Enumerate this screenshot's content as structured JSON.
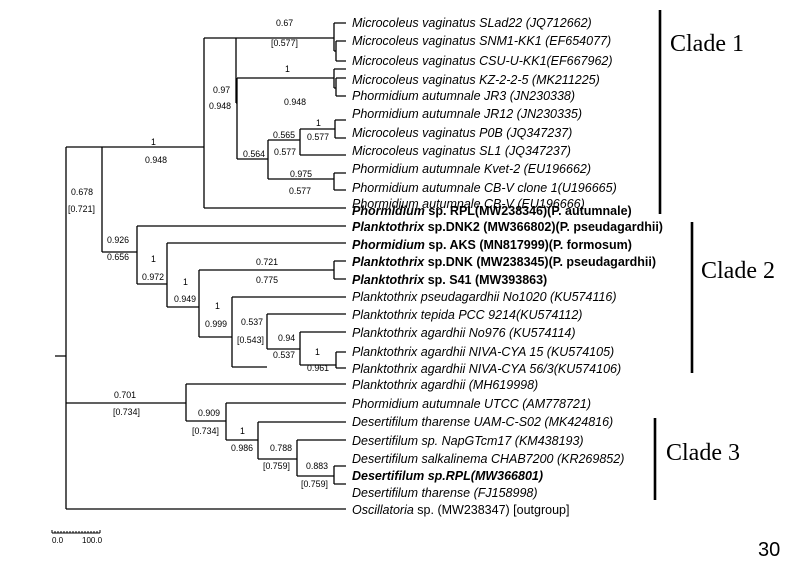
{
  "taxa": [
    {
      "name": "Microcoleus vaginatus",
      "rest": " SLad22 (JQ712662)",
      "bold": false
    },
    {
      "name": "Microcoleus vaginatus",
      "rest": " SNM1-KK1 (EF654077)",
      "bold": false
    },
    {
      "name": "Microcoleus vaginatus",
      "rest": " CSU-U-KK1(EF667962)",
      "bold": false
    },
    {
      "name": "Microcoleus vaginatus",
      "rest": " KZ-2-2-5 (MK211225)",
      "bold": false
    },
    {
      "name": "Phormidium autumnale",
      "rest": " JR3 (JN230338)",
      "bold": false
    },
    {
      "name": "Phormidium autumnale",
      "rest": " JR12 (JN230335)",
      "bold": false
    },
    {
      "name": "Microcoleus vaginatus",
      "rest": " P0B (JQ347237)",
      "bold": false
    },
    {
      "name": "Microcoleus vaginatus",
      "rest": " SL1 (JQ347237)",
      "bold": false
    },
    {
      "name": "Phormidium autumnale",
      "rest": " Kvet-2 (EU196662)",
      "bold": false
    },
    {
      "name": "Phormidium autumnale",
      "rest": " CB-V clone 1(U196665)",
      "bold": false
    },
    {
      "name": "Phormidium autumnale",
      "rest": " CB-V (EU196666)",
      "bold": false
    },
    {
      "name": "Phormidium",
      "rest": " sp. RPL(MW238346)(P. autumnale)",
      "bold": true
    },
    {
      "name": "Planktothrix",
      "rest": " sp.DNK2 (MW366802)(P. pseudagardhii)",
      "bold": true
    },
    {
      "name": "Phormidium",
      "rest": " sp. AKS (MN817999)(P. formosum)",
      "bold": true
    },
    {
      "name": "Planktothrix",
      "rest": " sp.DNK (MW238345)(P. pseudagardhii)",
      "bold": true
    },
    {
      "name": "Planktothrix",
      "rest": " sp.  S41 (MW393863)",
      "bold": true
    },
    {
      "name": "Planktothrix pseudagardhii",
      "rest": " No1020 (KU574116)",
      "bold": false
    },
    {
      "name": "Planktothrix tepida",
      "rest": " PCC 9214(KU574112)",
      "bold": false
    },
    {
      "name": "Planktothrix agardhii",
      "rest": " No976 (KU574114)",
      "bold": false
    },
    {
      "name": "Planktothrix agardhii",
      "rest": " NIVA-CYA 15 (KU574105)",
      "bold": false
    },
    {
      "name": "Planktothrix agardhii",
      "rest": " NIVA-CYA 56/3(KU574106)",
      "bold": false
    },
    {
      "name": "Planktothrix agardhii",
      "rest": " (MH619998)",
      "bold": false
    },
    {
      "name": "Phormidium autumnale",
      "rest": " UTCC  (AM778721)",
      "bold": false
    },
    {
      "name": "Desertifilum tharense",
      "rest": " UAM-C-S02 (MK424816)",
      "bold": false
    },
    {
      "name": "Desertifilum",
      "rest": " sp. NapGTcm17 (KM438193)",
      "bold": false
    },
    {
      "name": "Desertifilum salkalinema",
      "rest": " CHAB7200 (KR269852)",
      "bold": false
    },
    {
      "name": "Desertifilum",
      "rest": " sp.RPL(MW366801)",
      "bold": true
    },
    {
      "name": "Desertifilum tharense",
      "rest": " (FJ158998)",
      "bold": false
    },
    {
      "name": "Oscillatoria",
      "rest": " sp. (MW238347) [outgroup]",
      "bold": false
    }
  ],
  "support_values": [
    "0.67",
    "[0.577]",
    "1",
    "0.948",
    "0.97",
    "0.948",
    "1",
    "0.565",
    "0.577",
    "0.564",
    "0.577",
    "0.975",
    "0.577",
    "1",
    "0.948",
    "0.678",
    "[0.721]",
    "0.926",
    "0.656",
    "0.721",
    "0.775",
    "1",
    "0.972",
    "1",
    "0.949",
    "1",
    "0.999",
    "0.537",
    "[0.543]",
    "0.94",
    "0.537",
    "1",
    "0.961",
    "0.701",
    "[0.734]",
    "0.909",
    "[0.734]",
    "1",
    "0.986",
    "0.788",
    "[0.759]",
    "0.883",
    "[0.759]"
  ],
  "clades": [
    {
      "label": "Clade 1"
    },
    {
      "label": "Clade 2"
    },
    {
      "label": "Clade 3"
    }
  ],
  "scale": {
    "left": "0.0",
    "right": "100.0"
  },
  "page_number": "30"
}
